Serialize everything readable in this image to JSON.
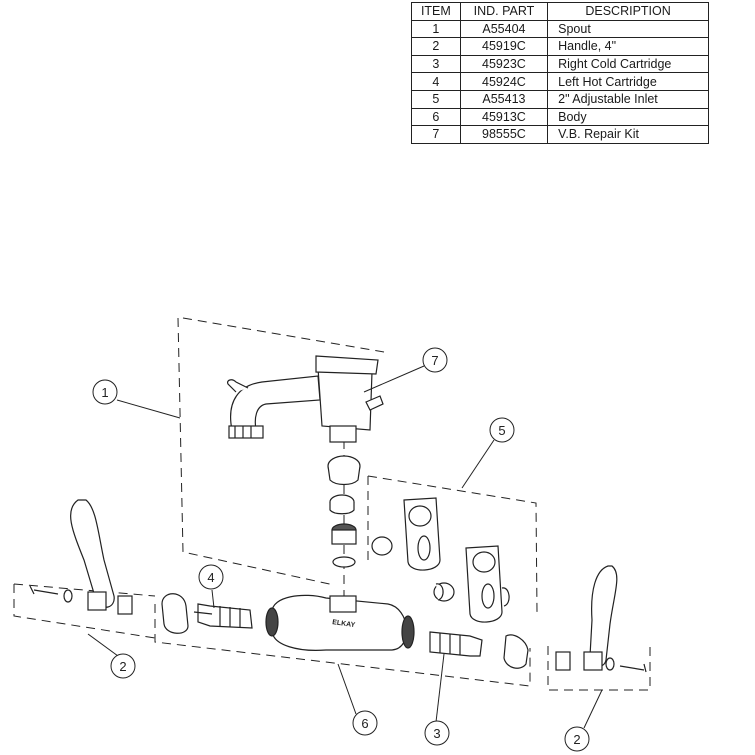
{
  "table": {
    "headers": [
      "ITEM",
      "IND. PART",
      "DESCRIPTION"
    ],
    "rows": [
      {
        "item": "1",
        "part": "A55404",
        "desc": "Spout"
      },
      {
        "item": "2",
        "part": "45919C",
        "desc": "Handle, 4\""
      },
      {
        "item": "3",
        "part": "45923C",
        "desc": "Right Cold Cartridge"
      },
      {
        "item": "4",
        "part": "45924C",
        "desc": "Left Hot Cartridge"
      },
      {
        "item": "5",
        "part": "A55413",
        "desc": "2\" Adjustable Inlet"
      },
      {
        "item": "6",
        "part": "45913C",
        "desc": "Body"
      },
      {
        "item": "7",
        "part": "98555C",
        "desc": "V.B. Repair Kit"
      }
    ]
  },
  "callouts": [
    "1",
    "7",
    "5",
    "4",
    "2",
    "6",
    "3",
    "2"
  ],
  "body_brand": "ELKAY"
}
